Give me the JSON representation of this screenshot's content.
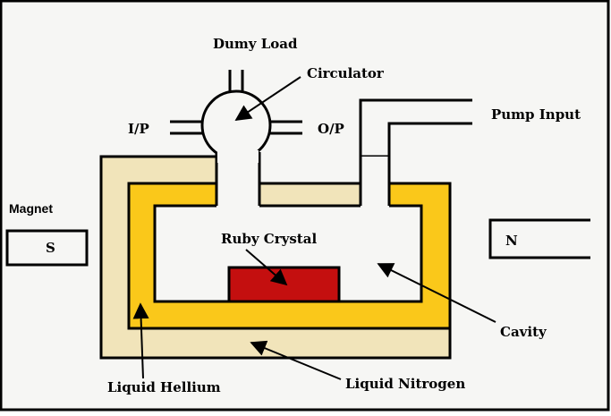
{
  "labels": {
    "dummy_load": "Dumy Load",
    "circulator": "Circulator",
    "input_port": "I/P",
    "output_port": "O/P",
    "pump_input": "Pump Input",
    "magnet": "Magnet",
    "south_pole": "S",
    "north_pole": "N",
    "ruby_crystal": "Ruby Crystal",
    "cavity": "Cavity",
    "liquid_helium": "Liquid Hellium",
    "liquid_nitrogen": "Liquid Nitrogen"
  },
  "colors": {
    "background": "#f6f6f4",
    "liquid_nitrogen": "#f1e4ba",
    "liquid_helium": "#fac81a",
    "ruby_crystal": "#c40f0f",
    "outline": "#000000"
  }
}
